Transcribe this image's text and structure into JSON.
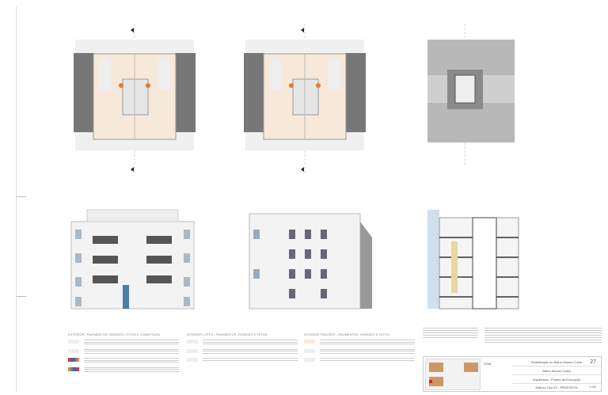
{
  "legends": [
    {
      "title": "EXTERIOR",
      "subtitle": " - PAVIMENTOS, PAREDES, TETOS E COBERTURA"
    },
    {
      "title": "INTERIOR LOTES",
      "subtitle": " - PAVIMENTOS, PAREDES E TETOS"
    },
    {
      "title": "INTERIOR FRAÇÕES",
      "subtitle": " - PAVIMENTOS, PAREDES E TETOS"
    }
  ],
  "title_block": {
    "project": "Reabilitação do Bairro Alonso Costa",
    "location": "Bairro Alonso Costa",
    "phase": "Arquitetura - Projeto de Execução",
    "drawing": "Edifício Tipo A1 - PROPOSTA",
    "sheet_number": "27",
    "scale": "1:100",
    "logo_text": "DGM"
  },
  "colors": {
    "floor": "#f6e9d9",
    "roof": "#888888",
    "accent": "#e07a3a",
    "blue": "#4a7fa8"
  }
}
